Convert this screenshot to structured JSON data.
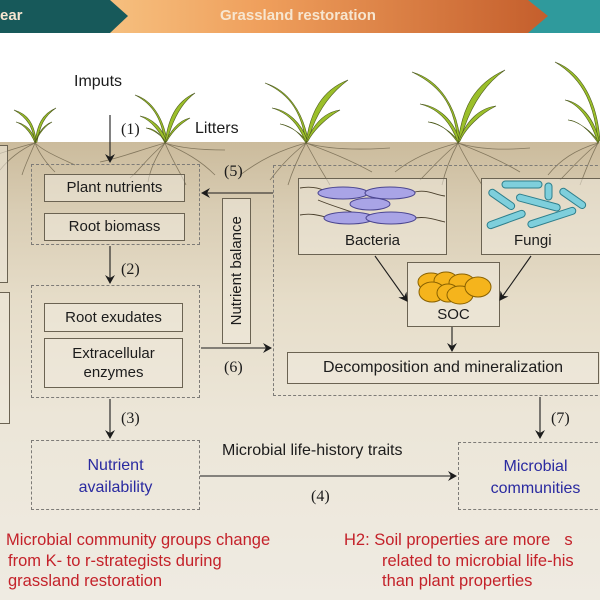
{
  "banner": {
    "left_label": "ear",
    "center_label": "Grassland restoration",
    "colors": {
      "left": "#17595a",
      "center_start": "#f2b56f",
      "center_end": "#c45e2c",
      "right": "#2f9a9c"
    }
  },
  "top_labels": {
    "inputs": "Imputs",
    "litters": "Litters"
  },
  "steps": {
    "s1": "(1)",
    "s2": "(2)",
    "s3": "(3)",
    "s4": "(4)",
    "s5": "(5)",
    "s6": "(6)",
    "s7": "(7)"
  },
  "plant_group": {
    "plant_nutrients": "Plant nutrients",
    "root_biomass": "Root biomass"
  },
  "exudate_group": {
    "root_exudates": "Root exudates",
    "extracellular_enzymes_line1": "Extracellular",
    "extracellular_enzymes_line2": "enzymes"
  },
  "nutrient_balance": "Nutrient balance",
  "microbes": {
    "bacteria": "Bacteria",
    "fungi": "Fungi",
    "soc": "SOC",
    "decomposition": "Decomposition and mineralization"
  },
  "bottom_boxes": {
    "nutrient_line1": "Nutrient",
    "nutrient_line2": "availability",
    "traits_label": "Microbial life-history traits",
    "communities_line1": "Microbial",
    "communities_line2": "communities"
  },
  "hypotheses": {
    "h1_line1": "Microbial community groups change",
    "h1_line2": "from K- to r-strategists during",
    "h1_line3": "grassland restoration",
    "h2_line1": "H2: Soil properties are more",
    "h2_line2": "related to microbial life-his",
    "h2_line3": "than plant properties",
    "h2_cut": "s"
  },
  "colors": {
    "soil": "#cbbb9c",
    "bacteria": "#a9a4e6",
    "fungi": "#7ecfdc",
    "soc": "#f5b41c",
    "leaf": "#9bbf2a",
    "hypothesis": "#c4222a",
    "blue_text": "#2a2aa0"
  }
}
